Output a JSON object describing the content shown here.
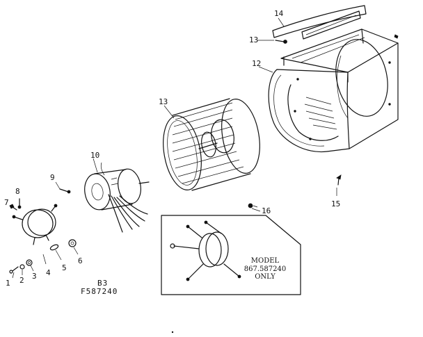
{
  "parts": [
    {
      "id": "p1",
      "label": "1"
    },
    {
      "id": "p2",
      "label": "2"
    },
    {
      "id": "p3",
      "label": "3"
    },
    {
      "id": "p4",
      "label": "4"
    },
    {
      "id": "p5",
      "label": "5"
    },
    {
      "id": "p6",
      "label": "6"
    },
    {
      "id": "p7",
      "label": "7"
    },
    {
      "id": "p8",
      "label": "8"
    },
    {
      "id": "p9",
      "label": "9"
    },
    {
      "id": "p10",
      "label": "10"
    },
    {
      "id": "p12",
      "label": "12"
    },
    {
      "id": "p13a",
      "label": "13"
    },
    {
      "id": "p13b",
      "label": "13"
    },
    {
      "id": "p14",
      "label": "14"
    },
    {
      "id": "p15",
      "label": "15"
    },
    {
      "id": "p16",
      "label": "16"
    }
  ],
  "caption": {
    "line1": "B3",
    "line2": "F587240"
  },
  "inset": {
    "line1": "MODEL",
    "line2": "867.587240",
    "line3": "ONLY"
  }
}
